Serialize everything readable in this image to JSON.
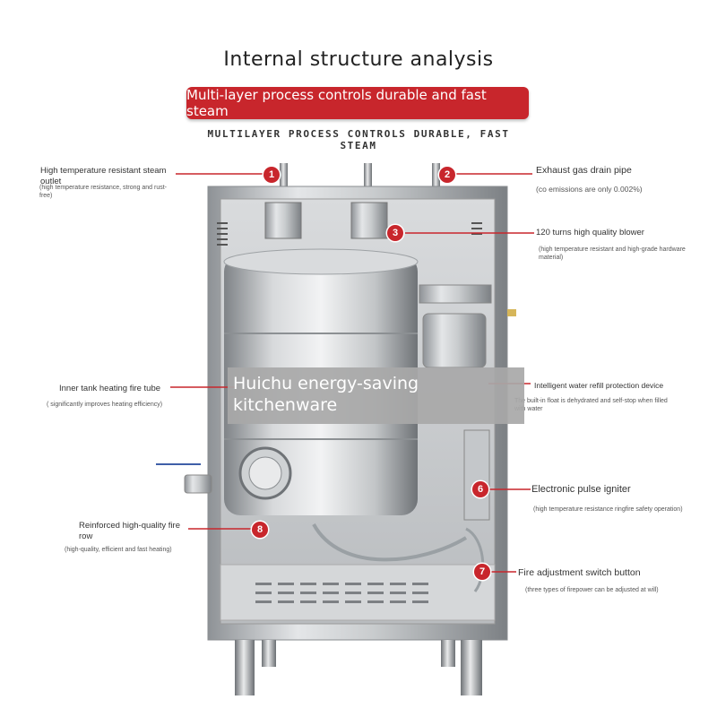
{
  "page_title": "Internal structure analysis",
  "banner": "Multi-layer process controls durable and fast steam",
  "subtitle": "MULTILAYER PROCESS CONTROLS DURABLE, FAST STEAM",
  "overlay": "Huichu energy-saving kitchenware",
  "callouts": [
    {
      "num": "1",
      "title": "High temperature resistant steam outlet",
      "detail": "(high temperature resistance, strong and rust-free)"
    },
    {
      "num": "2",
      "title": "Exhaust gas drain pipe",
      "detail": "(co emissions are only 0.002%)"
    },
    {
      "num": "3",
      "title": "120 turns high quality blower",
      "detail": "(high temperature resistant and high-grade hardware material)"
    },
    {
      "num": "",
      "title": "Inner tank heating fire tube",
      "detail": "( significantly improves heating efficiency)"
    },
    {
      "num": "",
      "title": "Intelligent water refill protection device",
      "detail": "The built-in float is dehydrated and self-stop when filled with water"
    },
    {
      "num": "6",
      "title": "Electronic pulse igniter",
      "detail": "(high temperature resistance ringfire safety operation)"
    },
    {
      "num": "7",
      "title": "Fire adjustment switch button",
      "detail": "(three types of firepower can be adjusted at will)"
    },
    {
      "num": "8",
      "title": "Reinforced high-quality fire row",
      "detail": "(high-quality, efficient and fast heating)"
    }
  ],
  "colors": {
    "accent": "#c8262c",
    "steel": "#b8bcbf"
  }
}
